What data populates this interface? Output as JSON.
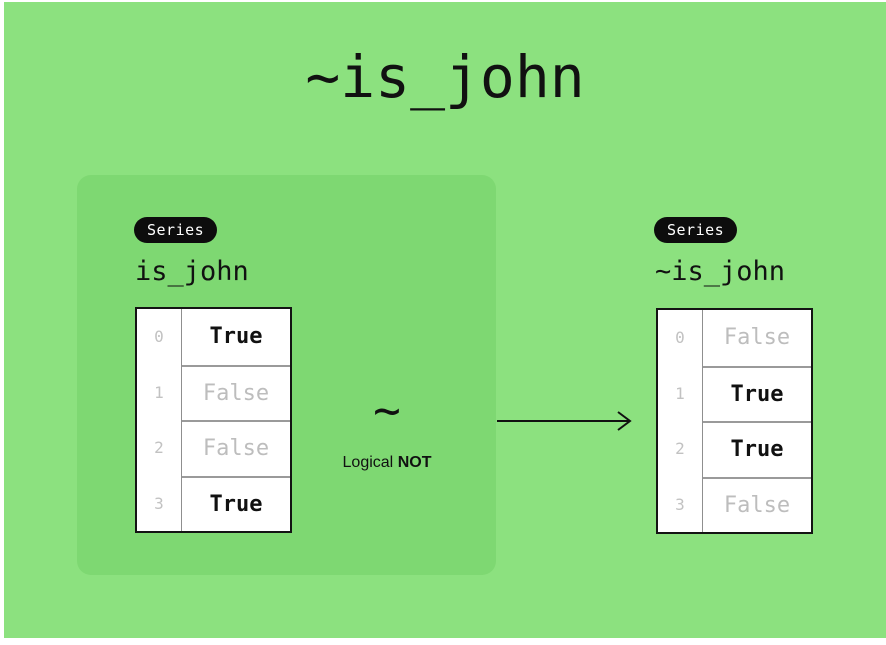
{
  "page": {
    "title": "~is_john",
    "background_color": "#8ce17f",
    "panel_color": "#7ed872"
  },
  "left": {
    "badge": "Series",
    "label": "is_john",
    "table": {
      "indices": [
        "0",
        "1",
        "2",
        "3"
      ],
      "values": [
        "True",
        "False",
        "False",
        "True"
      ]
    }
  },
  "operator": {
    "symbol": "~",
    "caption_prefix": "Logical ",
    "caption_name": "NOT"
  },
  "right": {
    "badge": "Series",
    "label": "~is_john",
    "table": {
      "indices": [
        "0",
        "1",
        "2",
        "3"
      ],
      "values": [
        "False",
        "True",
        "True",
        "False"
      ]
    }
  },
  "colors": {
    "true_text": "#111111",
    "false_text": "#bdbdbd",
    "badge_bg": "#0d0d0d",
    "badge_text": "#ffffff"
  }
}
